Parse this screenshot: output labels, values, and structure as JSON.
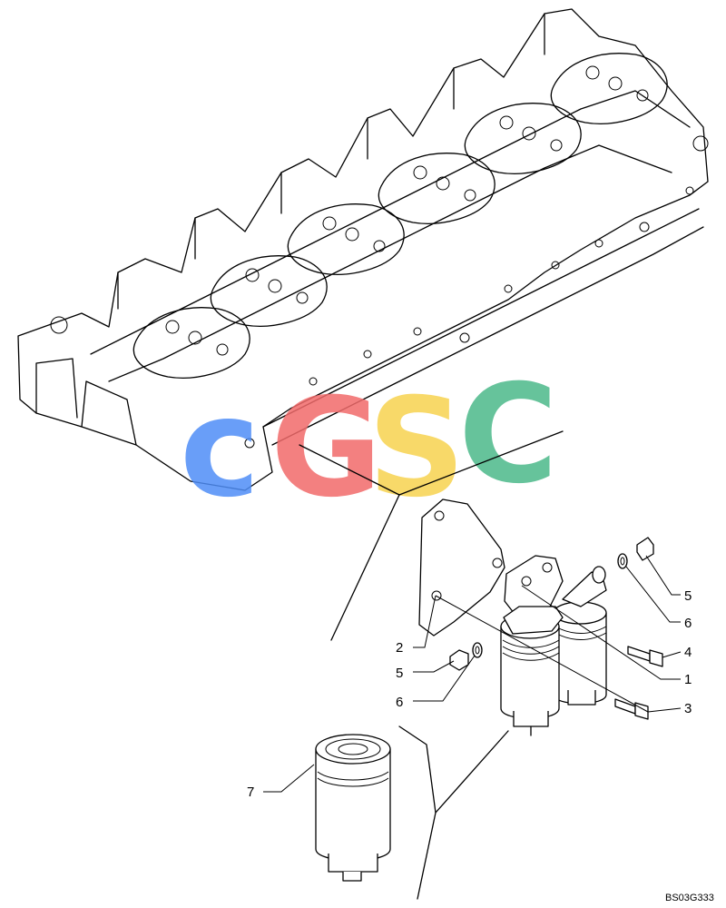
{
  "diagram": {
    "callouts": [
      {
        "id": "c2",
        "label": "2"
      },
      {
        "id": "c5a",
        "label": "5"
      },
      {
        "id": "c6a",
        "label": "6"
      },
      {
        "id": "c5b",
        "label": "5"
      },
      {
        "id": "c6b",
        "label": "6"
      },
      {
        "id": "c4",
        "label": "4"
      },
      {
        "id": "c1",
        "label": "1"
      },
      {
        "id": "c3",
        "label": "3"
      },
      {
        "id": "c7",
        "label": "7"
      }
    ],
    "document_code": "BS03G333"
  },
  "watermark": {
    "letters": [
      "c",
      "G",
      "S",
      "C"
    ],
    "colors": [
      "#4f8ef7",
      "#f26b6b",
      "#f7d34f",
      "#4cb98a"
    ]
  }
}
